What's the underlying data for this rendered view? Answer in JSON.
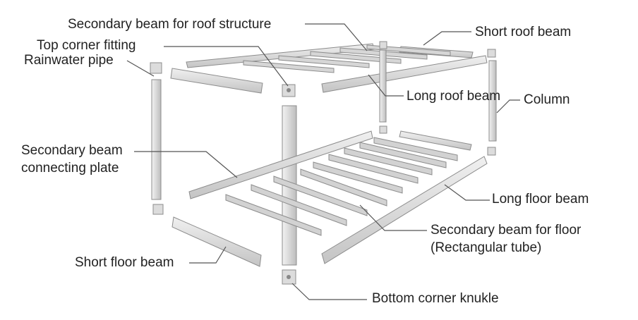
{
  "labels": {
    "secondary_roof": "Secondary beam for roof structure",
    "top_corner": "Top corner fitting",
    "rainwater": "Rainwater pipe",
    "short_roof": "Short roof beam",
    "long_roof": "Long roof beam",
    "column": "Column",
    "sec_plate_1": "Secondary beam",
    "sec_plate_2": "connecting plate",
    "long_floor": "Long floor beam",
    "sec_floor_1": "Secondary beam for floor",
    "sec_floor_2": "(Rectangular tube)",
    "short_floor": "Short floor beam",
    "bottom_corner": "Bottom corner knukle"
  },
  "colors": {
    "steel_light": "#e6e6e6",
    "steel_mid": "#d2d2d2",
    "steel_dark": "#b9b9b9",
    "leader": "#555555",
    "text": "#222222"
  }
}
